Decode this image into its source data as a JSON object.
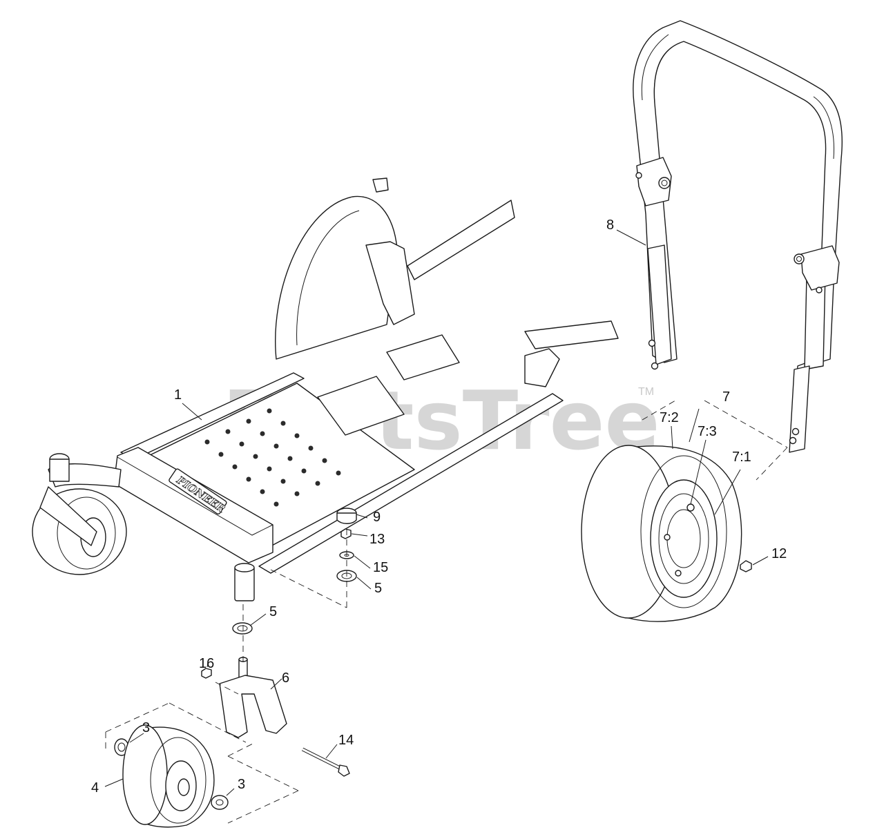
{
  "watermark": {
    "text": "PartsTree",
    "trademark": "TM"
  },
  "frame_brand": "PIONEER",
  "callouts": [
    {
      "id": "c1",
      "label": "1"
    },
    {
      "id": "c3a",
      "label": "3"
    },
    {
      "id": "c3b",
      "label": "3"
    },
    {
      "id": "c4",
      "label": "4"
    },
    {
      "id": "c5a",
      "label": "5"
    },
    {
      "id": "c5b",
      "label": "5"
    },
    {
      "id": "c6",
      "label": "6"
    },
    {
      "id": "c7",
      "label": "7"
    },
    {
      "id": "c7_1",
      "label": "7:1"
    },
    {
      "id": "c7_2",
      "label": "7:2"
    },
    {
      "id": "c7_3",
      "label": "7:3"
    },
    {
      "id": "c8",
      "label": "8"
    },
    {
      "id": "c9",
      "label": "9"
    },
    {
      "id": "c12",
      "label": "12"
    },
    {
      "id": "c13",
      "label": "13"
    },
    {
      "id": "c14",
      "label": "14"
    },
    {
      "id": "c15",
      "label": "15"
    },
    {
      "id": "c16",
      "label": "16"
    }
  ]
}
